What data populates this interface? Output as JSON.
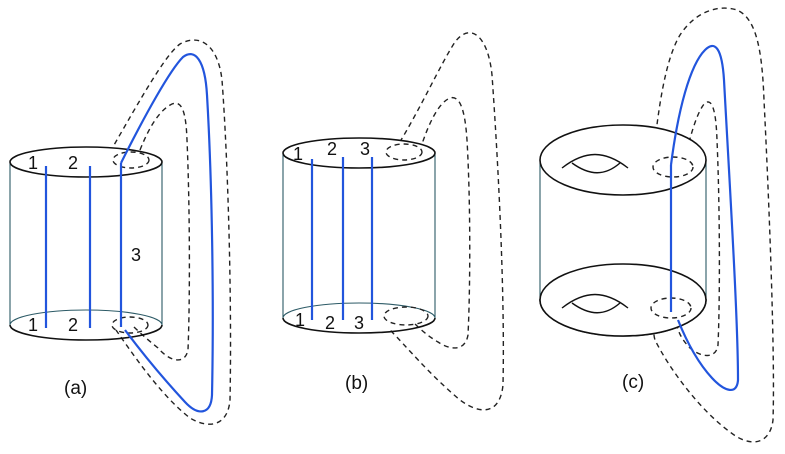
{
  "panels": [
    {
      "caption": "(a)",
      "top_labels": [
        "1",
        "2"
      ],
      "bottom_labels": [
        "1",
        "2"
      ],
      "side_label": "3"
    },
    {
      "caption": "(b)",
      "top_labels": [
        "1",
        "2",
        "3"
      ],
      "bottom_labels": [
        "1",
        "2",
        "3"
      ]
    },
    {
      "caption": "(c)"
    }
  ],
  "colors": {
    "strand": "#2255dd",
    "outline": "#111111",
    "wall": "#2c5a66"
  }
}
